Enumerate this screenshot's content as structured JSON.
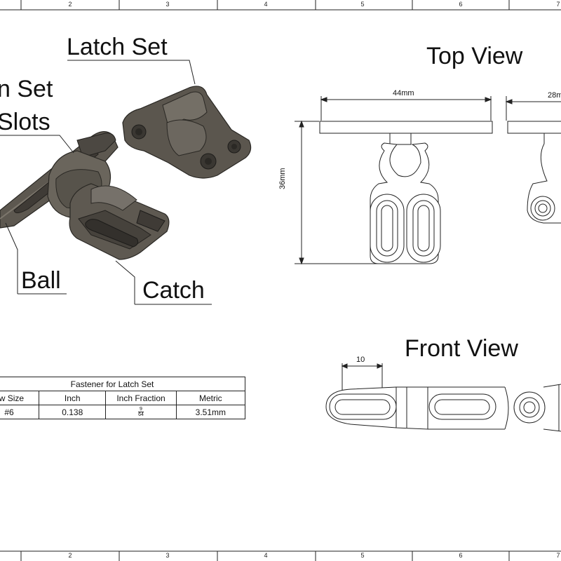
{
  "border": {
    "top_numbers": [
      "2",
      "3",
      "4",
      "5",
      "6",
      "7"
    ],
    "bottom_numbers": [
      "2",
      "3",
      "4",
      "5",
      "6",
      "7"
    ]
  },
  "callouts": {
    "latch_set": "Latch Set",
    "latch_set_partial": "n Set",
    "slots_partial": "Slots",
    "ball": "Ball",
    "catch": "Catch"
  },
  "views": {
    "top_view": "Top View",
    "front_view": "Front View"
  },
  "dimensions": {
    "width_44": "44mm",
    "width_28_partial": "28m",
    "height_36": "36mm",
    "slot_10": "10"
  },
  "fastener_table": {
    "title": "Fastener for Latch Set",
    "headers": [
      "ew Size",
      "Inch",
      "Inch Fraction",
      "Metric"
    ],
    "row": {
      "size": "#6",
      "inch": "0.138",
      "fraction_num": "9",
      "fraction_den": "64",
      "metric": "3.51mm"
    }
  },
  "colors": {
    "metal_dark": "#4a4640",
    "metal_mid": "#6f6a62",
    "metal_light": "#8c867c",
    "line": "#222222"
  }
}
